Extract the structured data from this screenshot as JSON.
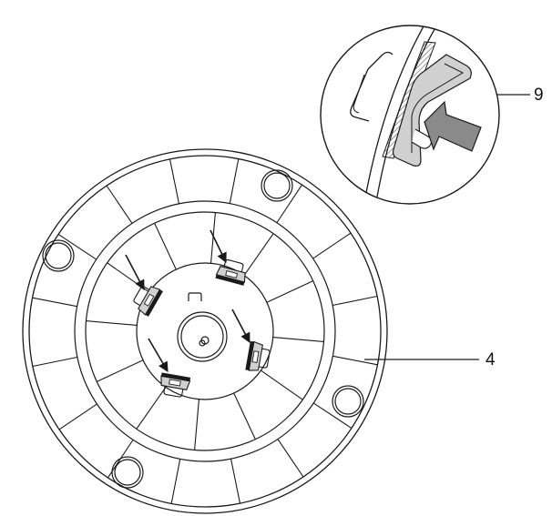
{
  "figure": {
    "callouts": [
      {
        "id": "9",
        "label": "9"
      },
      {
        "id": "4",
        "label": "4"
      }
    ],
    "colors": {
      "line": "#1a1a1a",
      "clip_fill": "#d0d0d0",
      "hatch": "#555555",
      "push_arrow": "#8a8a8a",
      "background": "#ffffff"
    },
    "icons": [
      "spool-diagram",
      "clip-detail-inset",
      "press-arrow"
    ]
  }
}
